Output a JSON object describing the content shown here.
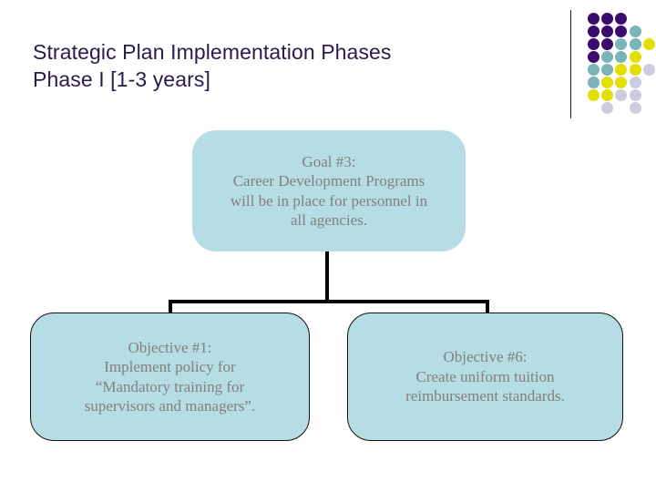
{
  "slide": {
    "title_lines": [
      "Strategic Plan Implementation Phases",
      "Phase I [1-3 years]"
    ],
    "title_color": "#2b1a4d",
    "background_color": "#ffffff"
  },
  "chart_data": {
    "type": "diagram",
    "title": "Strategic Plan Implementation Phases",
    "subtitle": "Phase I [1-3 years]",
    "orientation": "top-down",
    "node_fill_color": "#b6dde3",
    "node_text_color": "#808080",
    "connector_color": "#000000",
    "nodes": [
      {
        "id": "goal",
        "role": "root",
        "label": "Goal #3:\nCareer Development Programs\nwill be in place for personnel in\nall agencies.",
        "bordered": false
      },
      {
        "id": "objective1",
        "role": "child",
        "label": "Objective #1:\nImplement policy for\n“Mandatory training for\nsupervisors and managers”.",
        "bordered": true
      },
      {
        "id": "objective6",
        "role": "child",
        "label": "Objective #6:\nCreate uniform tuition\nreimbursement standards.",
        "bordered": true
      }
    ],
    "edges": [
      {
        "from": "goal",
        "to": "objective1"
      },
      {
        "from": "goal",
        "to": "objective6"
      }
    ]
  },
  "decoration": {
    "rule_color": "#1a1a2e",
    "palette": {
      "purple": "#3a0a6e",
      "teal": "#7ab3b8",
      "yellow": "#e3e000",
      "lavender": "#ccccdf"
    },
    "dots": [
      {
        "col": 0,
        "row": 0,
        "color": "#3a0a6e"
      },
      {
        "col": 1,
        "row": 0,
        "color": "#3a0a6e"
      },
      {
        "col": 2,
        "row": 0,
        "color": "#3a0a6e"
      },
      {
        "col": 0,
        "row": 1,
        "color": "#3a0a6e"
      },
      {
        "col": 1,
        "row": 1,
        "color": "#3a0a6e"
      },
      {
        "col": 2,
        "row": 1,
        "color": "#3a0a6e"
      },
      {
        "col": 3,
        "row": 1,
        "color": "#7ab3b8"
      },
      {
        "col": 0,
        "row": 2,
        "color": "#3a0a6e"
      },
      {
        "col": 1,
        "row": 2,
        "color": "#3a0a6e"
      },
      {
        "col": 2,
        "row": 2,
        "color": "#7ab3b8"
      },
      {
        "col": 3,
        "row": 2,
        "color": "#7ab3b8"
      },
      {
        "col": 4,
        "row": 2,
        "color": "#e3e000"
      },
      {
        "col": 0,
        "row": 3,
        "color": "#3a0a6e"
      },
      {
        "col": 1,
        "row": 3,
        "color": "#7ab3b8"
      },
      {
        "col": 2,
        "row": 3,
        "color": "#7ab3b8"
      },
      {
        "col": 3,
        "row": 3,
        "color": "#e3e000"
      },
      {
        "col": 0,
        "row": 4,
        "color": "#7ab3b8"
      },
      {
        "col": 1,
        "row": 4,
        "color": "#7ab3b8"
      },
      {
        "col": 2,
        "row": 4,
        "color": "#e3e000"
      },
      {
        "col": 3,
        "row": 4,
        "color": "#e3e000"
      },
      {
        "col": 4,
        "row": 4,
        "color": "#ccccdf"
      },
      {
        "col": 0,
        "row": 5,
        "color": "#7ab3b8"
      },
      {
        "col": 1,
        "row": 5,
        "color": "#e3e000"
      },
      {
        "col": 2,
        "row": 5,
        "color": "#e3e000"
      },
      {
        "col": 3,
        "row": 5,
        "color": "#ccccdf"
      },
      {
        "col": 0,
        "row": 6,
        "color": "#e3e000"
      },
      {
        "col": 1,
        "row": 6,
        "color": "#e3e000"
      },
      {
        "col": 2,
        "row": 6,
        "color": "#ccccdf"
      },
      {
        "col": 3,
        "row": 6,
        "color": "#ccccdf"
      },
      {
        "col": 1,
        "row": 7,
        "color": "#ccccdf"
      },
      {
        "col": 3,
        "row": 7,
        "color": "#ccccdf"
      }
    ]
  }
}
